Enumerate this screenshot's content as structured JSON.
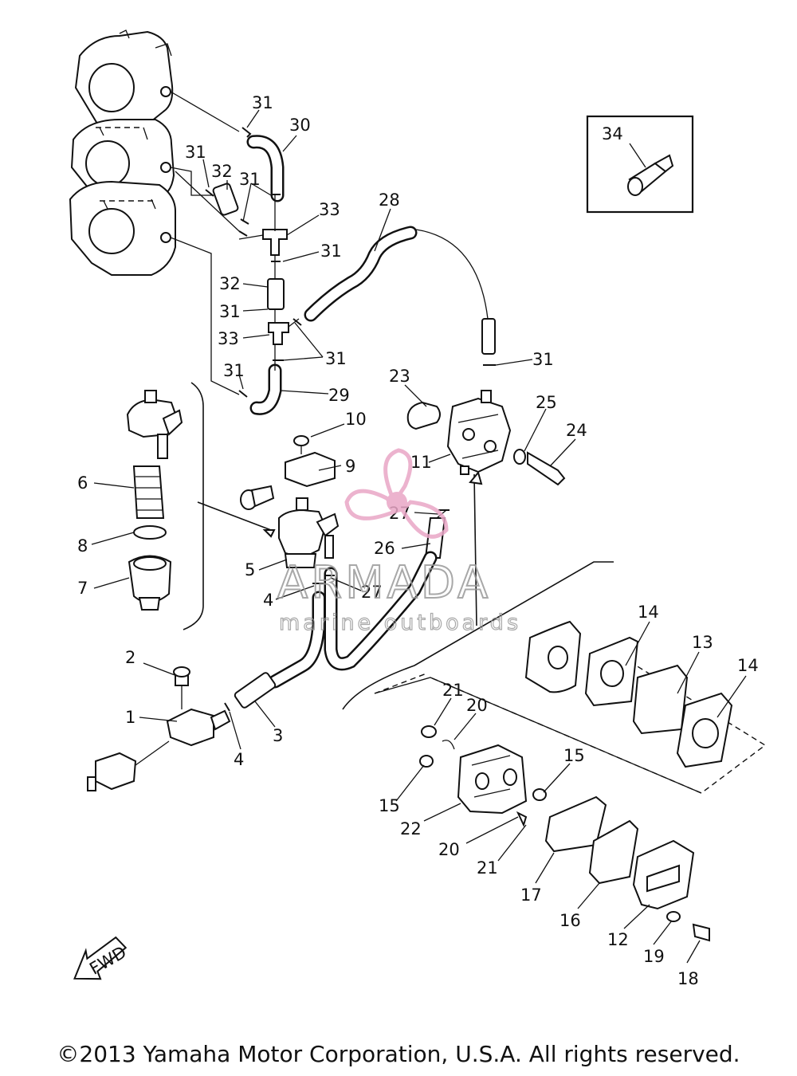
{
  "callouts": [
    {
      "id": "c31a",
      "text": "31"
    },
    {
      "id": "c30",
      "text": "30"
    },
    {
      "id": "c31b",
      "text": "31"
    },
    {
      "id": "c32a",
      "text": "32"
    },
    {
      "id": "c31c",
      "text": "31"
    },
    {
      "id": "c33a",
      "text": "33"
    },
    {
      "id": "c28",
      "text": "28"
    },
    {
      "id": "c31d",
      "text": "31"
    },
    {
      "id": "c32b",
      "text": "32"
    },
    {
      "id": "c31e",
      "text": "31"
    },
    {
      "id": "c33b",
      "text": "33"
    },
    {
      "id": "c31f",
      "text": "31"
    },
    {
      "id": "c31g",
      "text": "31"
    },
    {
      "id": "c29",
      "text": "29"
    },
    {
      "id": "c31h",
      "text": "31"
    },
    {
      "id": "c34",
      "text": "34"
    },
    {
      "id": "c23",
      "text": "23"
    },
    {
      "id": "c25",
      "text": "25"
    },
    {
      "id": "c24",
      "text": "24"
    },
    {
      "id": "c10",
      "text": "10"
    },
    {
      "id": "c9",
      "text": "9"
    },
    {
      "id": "c11",
      "text": "11"
    },
    {
      "id": "c6",
      "text": "6"
    },
    {
      "id": "c27a",
      "text": "27"
    },
    {
      "id": "c26",
      "text": "26"
    },
    {
      "id": "c8",
      "text": "8"
    },
    {
      "id": "c5",
      "text": "5"
    },
    {
      "id": "c7",
      "text": "7"
    },
    {
      "id": "c4a",
      "text": "4"
    },
    {
      "id": "c27b",
      "text": "27"
    },
    {
      "id": "c14a",
      "text": "14"
    },
    {
      "id": "c13",
      "text": "13"
    },
    {
      "id": "c14b",
      "text": "14"
    },
    {
      "id": "c2",
      "text": "2"
    },
    {
      "id": "c21a",
      "text": "21"
    },
    {
      "id": "c20a",
      "text": "20"
    },
    {
      "id": "c1",
      "text": "1"
    },
    {
      "id": "c3",
      "text": "3"
    },
    {
      "id": "c4b",
      "text": "4"
    },
    {
      "id": "c15a",
      "text": "15"
    },
    {
      "id": "c15b",
      "text": "15"
    },
    {
      "id": "c22",
      "text": "22"
    },
    {
      "id": "c20b",
      "text": "20"
    },
    {
      "id": "c21b",
      "text": "21"
    },
    {
      "id": "c17",
      "text": "17"
    },
    {
      "id": "c16",
      "text": "16"
    },
    {
      "id": "c12",
      "text": "12"
    },
    {
      "id": "c19",
      "text": "19"
    },
    {
      "id": "c18",
      "text": "18"
    }
  ],
  "fwd_label": "FWD",
  "watermark": {
    "brand": "ARMADA",
    "tagline": "marine outboards",
    "color": "#e9a6c6"
  },
  "copyright": "©2013 Yamaha Motor Corporation, U.S.A. All rights reserved."
}
